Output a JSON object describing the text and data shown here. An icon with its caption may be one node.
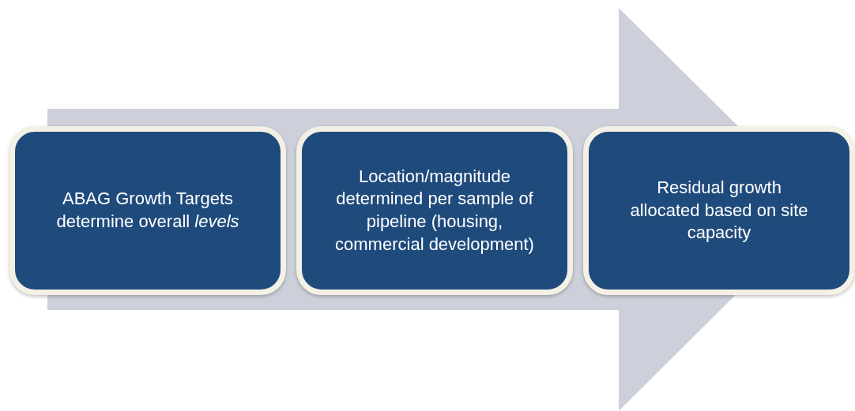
{
  "diagram": {
    "nodes": [
      {
        "text": [
          "ABAG Growth Targets determine overall *levels*"
        ]
      },
      {
        "text": [
          "Location/magnitude determined per sample of pipeline (housing, commercial development)"
        ]
      },
      {
        "text": [
          "Residual growth allocated based on site capacity"
        ]
      }
    ],
    "edges": [
      {
        "from": 0,
        "to": 2,
        "arrow": "to"
      }
    ]
  }
}
